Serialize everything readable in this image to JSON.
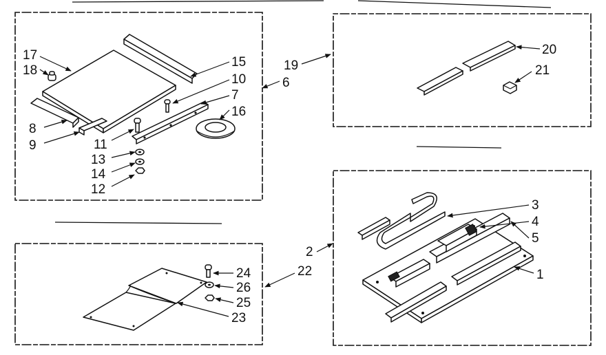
{
  "labels": {
    "p1": "1",
    "p2": "2",
    "p3": "3",
    "p4": "4",
    "p5": "5",
    "p6": "6",
    "p7": "7",
    "p8": "8",
    "p9": "9",
    "p10": "10",
    "p11": "11",
    "p12": "12",
    "p13": "13",
    "p14": "14",
    "p15": "15",
    "p16": "16",
    "p17": "17",
    "p18": "18",
    "p19": "19",
    "p20": "20",
    "p21": "21",
    "p22": "22",
    "p23": "23",
    "p24": "24",
    "p25": "25",
    "p26": "26"
  }
}
